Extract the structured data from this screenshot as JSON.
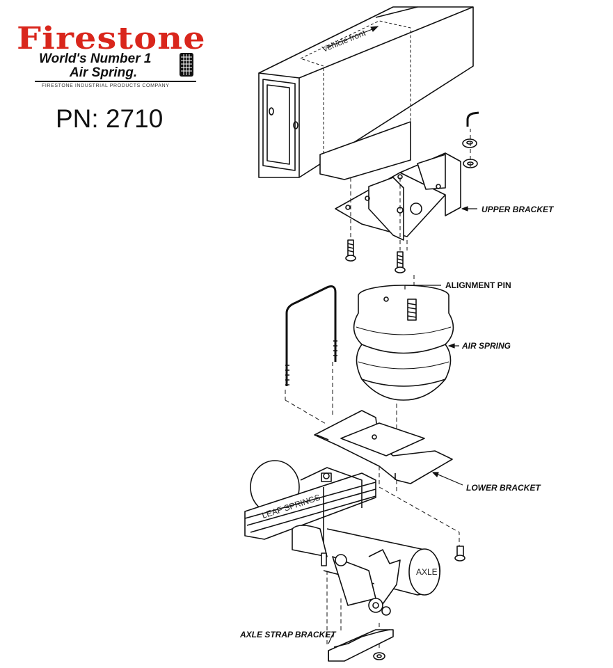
{
  "brand": {
    "name": "Firestone",
    "tagline_line1": "World's Number 1",
    "tagline_line2": "Air Spring.",
    "company": "FIRESTONE INDUSTRIAL PRODUCTS COMPANY",
    "color": "#d9261c"
  },
  "part_number": "PN: 2710",
  "diagram": {
    "frame_label": "Vehicle front",
    "leaf_label": "LEAF SPRINGS",
    "axle_label": "AXLE",
    "callouts": {
      "upper_bracket": "UPPER BRACKET",
      "alignment_pin": "ALIGNMENT PIN",
      "air_spring": "AIR SPRING",
      "lower_bracket": "LOWER BRACKET",
      "axle_strap_bracket": "AXLE STRAP BRACKET"
    }
  }
}
